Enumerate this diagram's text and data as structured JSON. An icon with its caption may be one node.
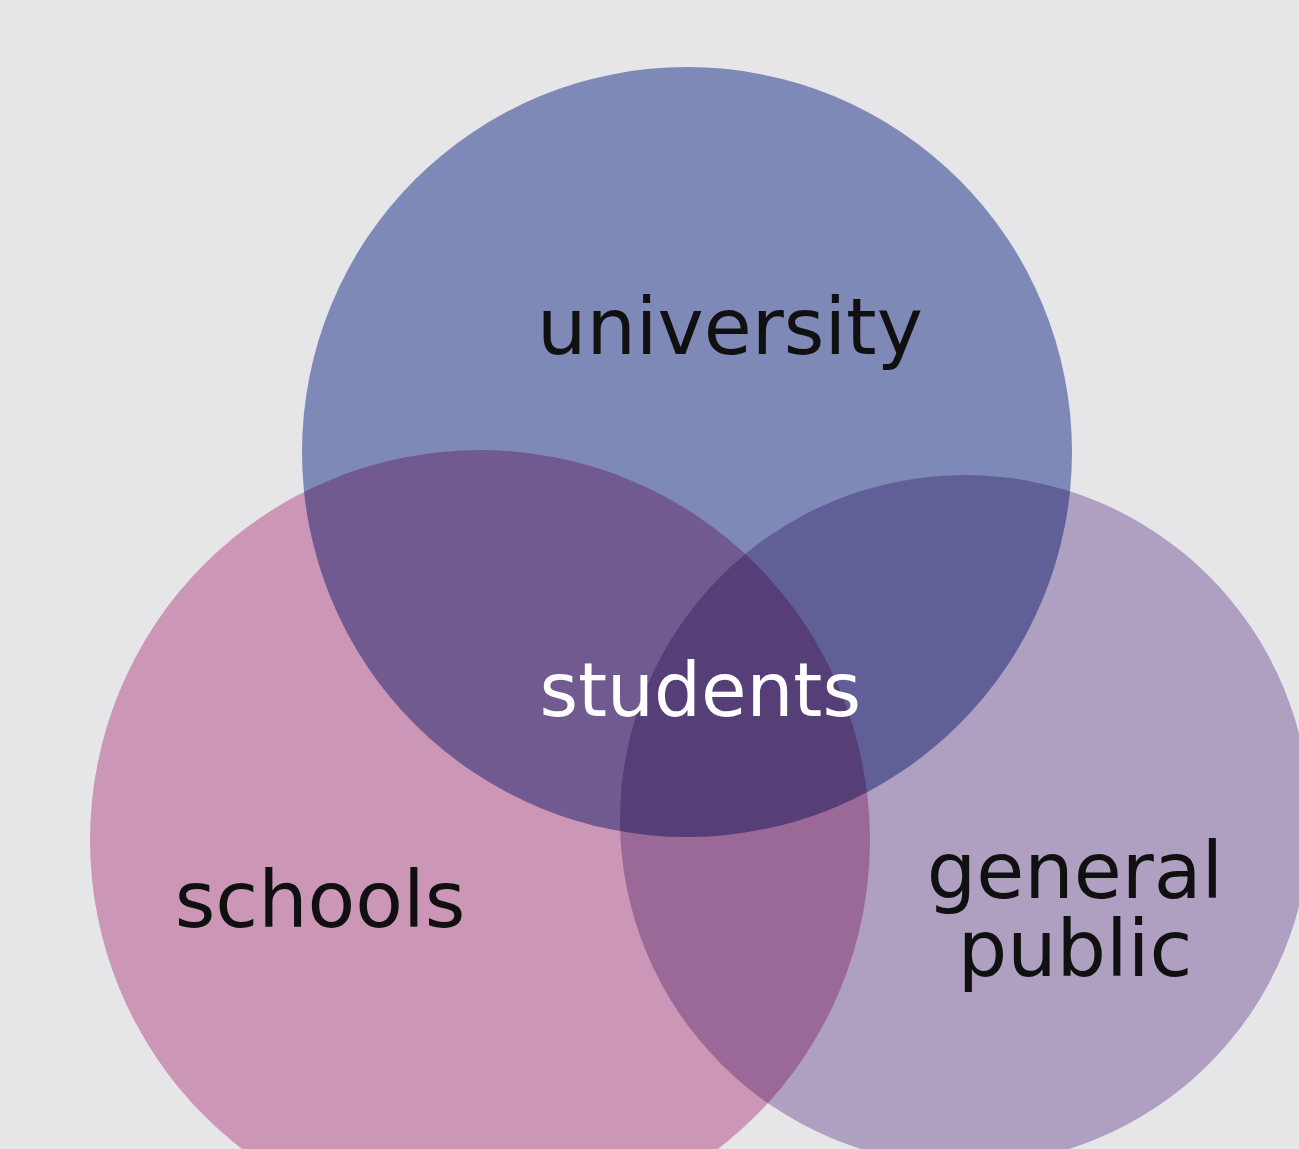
{
  "diagram": {
    "nodes": [
      {
        "text": [
          "university"
        ]
      },
      {
        "text": [
          "schools"
        ]
      },
      {
        "text": [
          "general public"
        ]
      }
    ],
    "labels": [
      "students"
    ]
  }
}
